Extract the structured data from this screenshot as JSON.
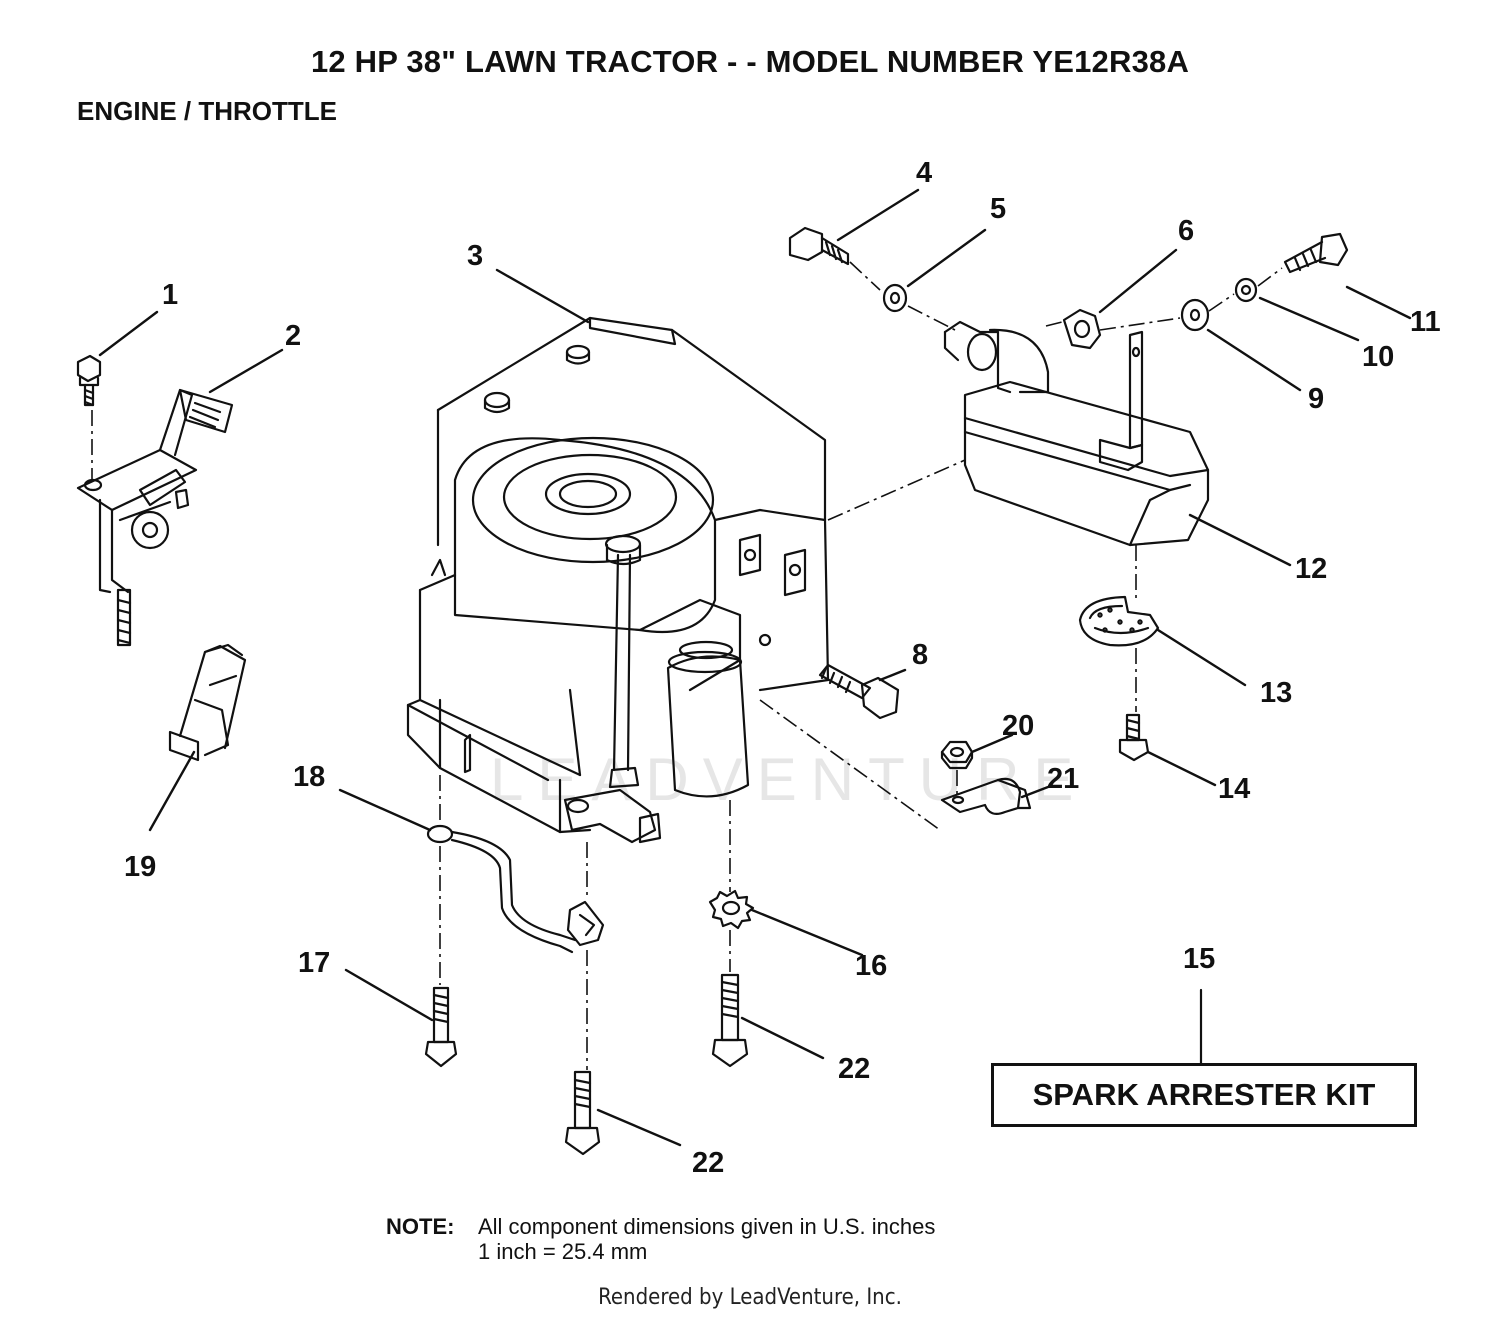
{
  "header": {
    "title": "12 HP 38\" LAWN TRACTOR - - MODEL NUMBER YE12R38A",
    "subtitle": "ENGINE / THROTTLE"
  },
  "callouts": [
    "1",
    "2",
    "3",
    "4",
    "5",
    "6",
    "8",
    "9",
    "10",
    "11",
    "12",
    "13",
    "14",
    "15",
    "16",
    "17",
    "18",
    "19",
    "20",
    "21",
    "22"
  ],
  "kit_label": "SPARK ARRESTER KIT",
  "note": {
    "label": "NOTE:",
    "line1": "All component dimensions given in U.S. inches",
    "line2": "1 inch = 25.4 mm"
  },
  "watermark": "LEADVENTURE",
  "footer": "Rendered by LeadVenture, Inc."
}
